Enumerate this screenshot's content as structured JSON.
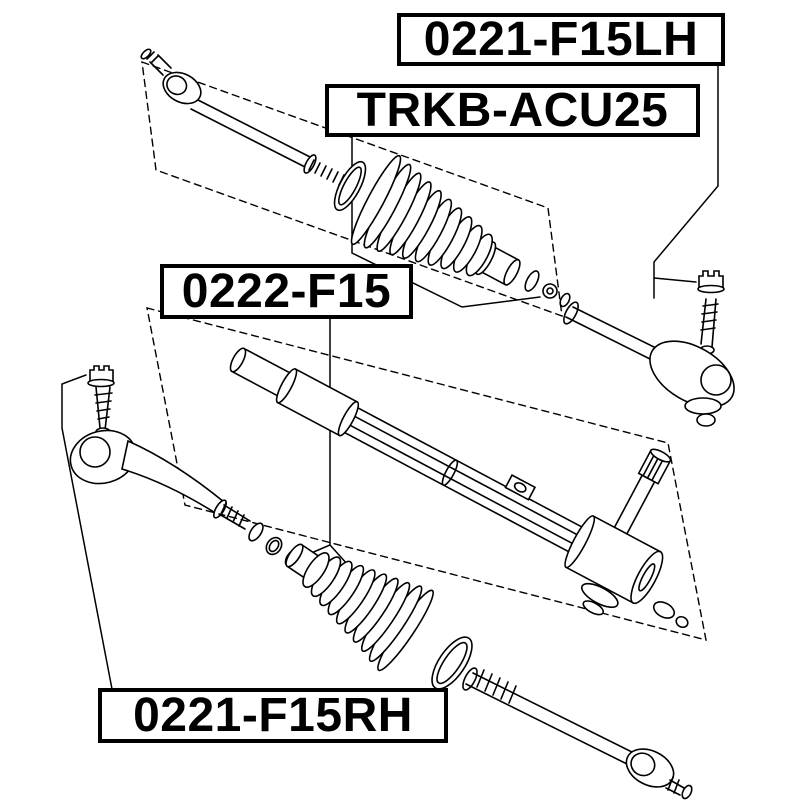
{
  "labels": {
    "top_right": "0221-F15LH",
    "upper_middle": "TRKB-ACU25",
    "middle_left": "0222-F15",
    "bottom_left": "0221-F15RH"
  },
  "colors": {
    "line": "#000000",
    "background": "#ffffff",
    "label_border": "#000000"
  }
}
